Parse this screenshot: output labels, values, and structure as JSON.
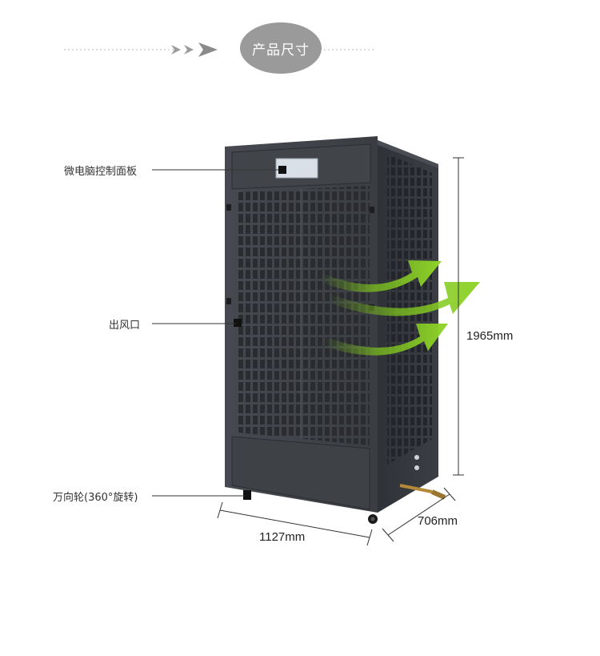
{
  "header": {
    "title": "产品尺寸"
  },
  "callouts": {
    "control_panel": "微电脑控制面板",
    "air_outlet": "出风口",
    "caster": "万向轮(360°旋转)"
  },
  "dimensions": {
    "height": "1965mm",
    "width": "1127mm",
    "depth": "706mm"
  },
  "colors": {
    "cabinet": "#3d4147",
    "cabinet_side": "#2e3136",
    "arrow_green": "#7dc21e",
    "title_pill": "#9a9a9a"
  }
}
